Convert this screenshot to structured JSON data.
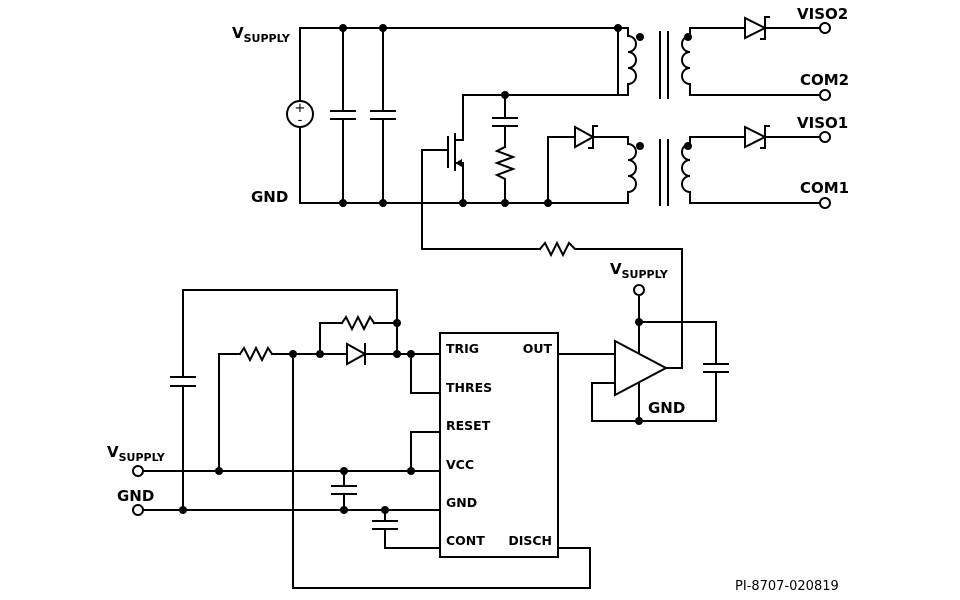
{
  "labels": {
    "vsupply_main": "V",
    "vsupply_main_sub": "SUPPLY",
    "gnd_main": "GND",
    "viso2": "VISO2",
    "com2": "COM2",
    "viso1": "VISO1",
    "com1": "COM1",
    "vsupply_opamp": "V",
    "vsupply_opamp_sub": "SUPPLY",
    "gnd_opamp": "GND",
    "vsupply_left": "V",
    "vsupply_left_sub": "SUPPLY",
    "gnd_left": "GND",
    "source_plus": "+",
    "source_minus": "-"
  },
  "timer_pins": {
    "trig": "TRIG",
    "thres": "THRES",
    "reset": "RESET",
    "vcc": "VCC",
    "gnd": "GND",
    "cont": "CONT",
    "out": "OUT",
    "disch": "DISCH"
  },
  "figure_ref": "PI-8707-020819"
}
